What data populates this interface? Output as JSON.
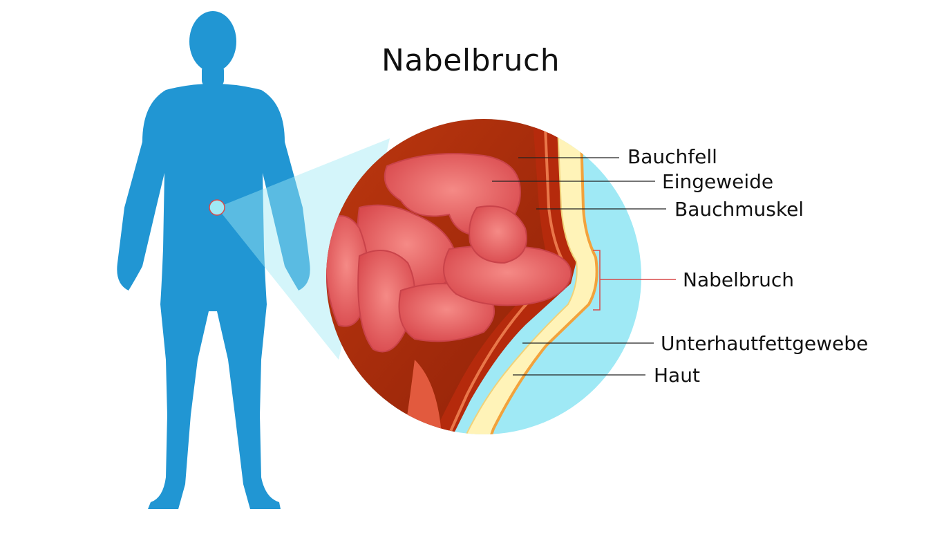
{
  "title": "Nabelbruch",
  "labels": {
    "bauchfell": "Bauchfell",
    "eingeweide": "Eingeweide",
    "bauchmuskel": "Bauchmuskel",
    "nabelbruch": "Nabelbruch",
    "unterhautfettgewebe": "Unterhautfettgewebe",
    "haut": "Haut"
  },
  "colors": {
    "body": "#2196d3",
    "magnifier": "#9fe9f5",
    "intestine": "#ef6a6a",
    "fat": "#fff3b8",
    "muscle": "#c2300f",
    "hernia_bracket": "#d84a4a"
  }
}
